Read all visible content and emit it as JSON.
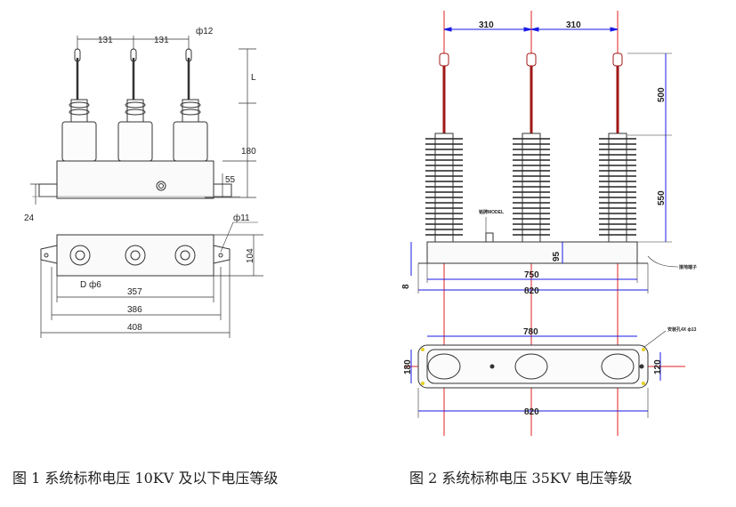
{
  "figures": {
    "fig1": {
      "caption": "图 1 系统标称电压 10KV 及以下电压等级",
      "dims": {
        "top_spacing_left": "131",
        "top_spacing_right": "131",
        "terminal_phi": "ф12",
        "height_l": "L",
        "height_180": "180",
        "height_55": "55",
        "base_24": "24",
        "hole_phi": "ф11",
        "width_104": "104",
        "d_phi": "D ф6",
        "w_357": "357",
        "w_386": "386",
        "w_408": "408"
      }
    },
    "fig2": {
      "caption": "图 2 系统标称电压 35KV 电压等级",
      "dims": {
        "top_left": "310",
        "top_right": "310",
        "h_500": "500",
        "h_550": "550",
        "h_95": "95",
        "h_8": "8",
        "w_750": "750",
        "w_820": "820",
        "plan_780": "780",
        "plan_820": "820",
        "plan_180": "180",
        "plan_120": "120"
      },
      "labels": {
        "ground_terminal": "接地端子",
        "nameplate": "铭牌MODEL",
        "mount_hole": "安装孔4X ф13"
      }
    }
  },
  "colors": {
    "line": "#222222",
    "dimension_blue": "#1a1ae6",
    "axis_red": "#e02020",
    "lead_wire": "#a01818"
  }
}
